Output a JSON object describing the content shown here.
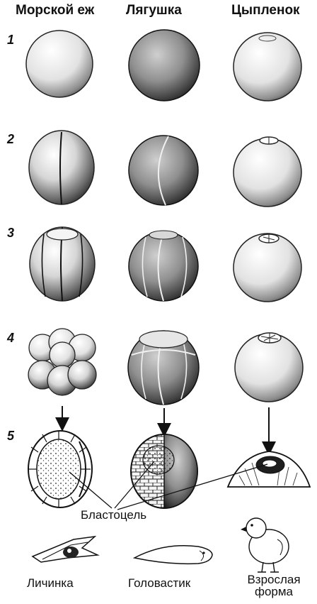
{
  "columns": [
    "Морской еж",
    "Лягушка",
    "Цыпленок"
  ],
  "stages": [
    "1",
    "2",
    "3",
    "4",
    "5"
  ],
  "blastocoel_label": "Бластоцель",
  "outcomes": [
    "Личинка",
    "Головастик",
    "Взрослая форма"
  ]
}
